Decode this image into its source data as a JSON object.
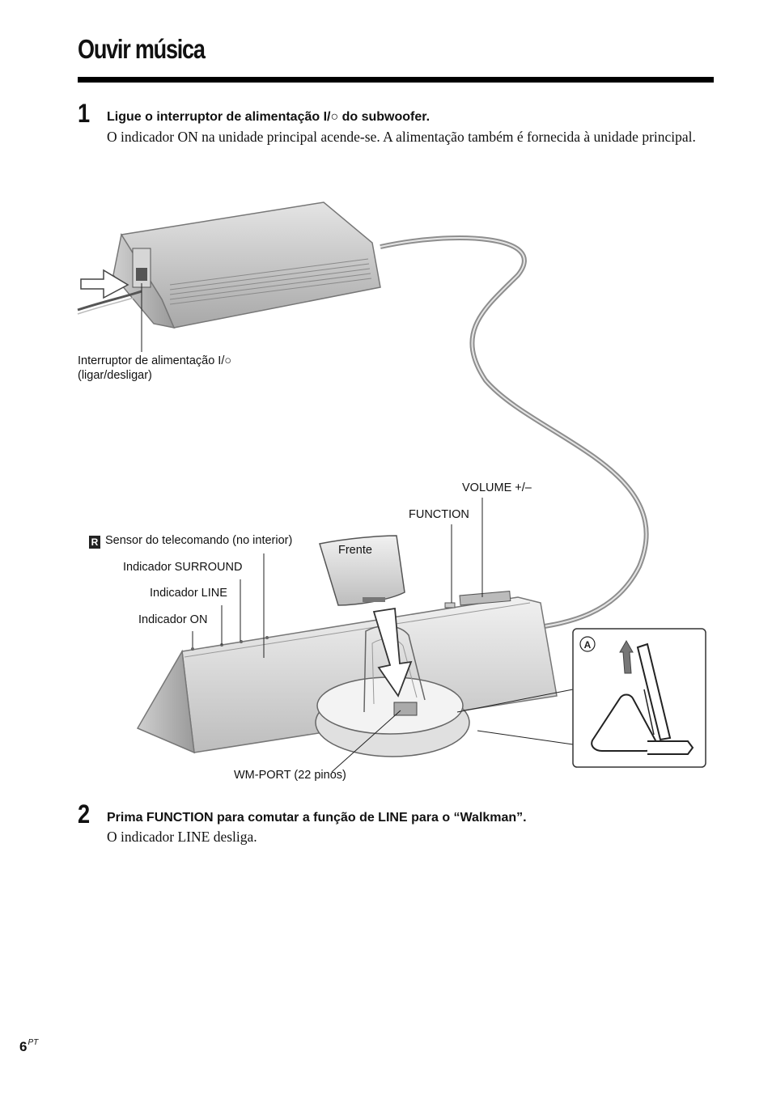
{
  "page": {
    "title": "Ouvir música",
    "footer_page_number": "6",
    "footer_suffix": "PT"
  },
  "steps": [
    {
      "number": "1",
      "heading": "Ligue o interruptor de alimentação I/○ do subwoofer.",
      "body": "O indicador ON na unidade principal acende-se. A alimentação também é fornecida à unidade principal."
    },
    {
      "number": "2",
      "heading": "Prima FUNCTION para comutar a função de LINE para o “Walkman”.",
      "body": "O indicador LINE desliga."
    }
  ],
  "figure_labels": {
    "power_switch_line1": "Interruptor de alimentação I/○",
    "power_switch_line2": "(ligar/desligar)",
    "volume": "VOLUME +/–",
    "function": "FUNCTION",
    "remote_sensor_icon": "R",
    "remote_sensor": "Sensor do telecomando (no interior)",
    "front": "Frente",
    "indicator_surround": "Indicador SURROUND",
    "indicator_line": "Indicador LINE",
    "indicator_on": "Indicador ON",
    "wm_port": "WM-PORT (22 pinos)",
    "inset_marker": "A"
  }
}
